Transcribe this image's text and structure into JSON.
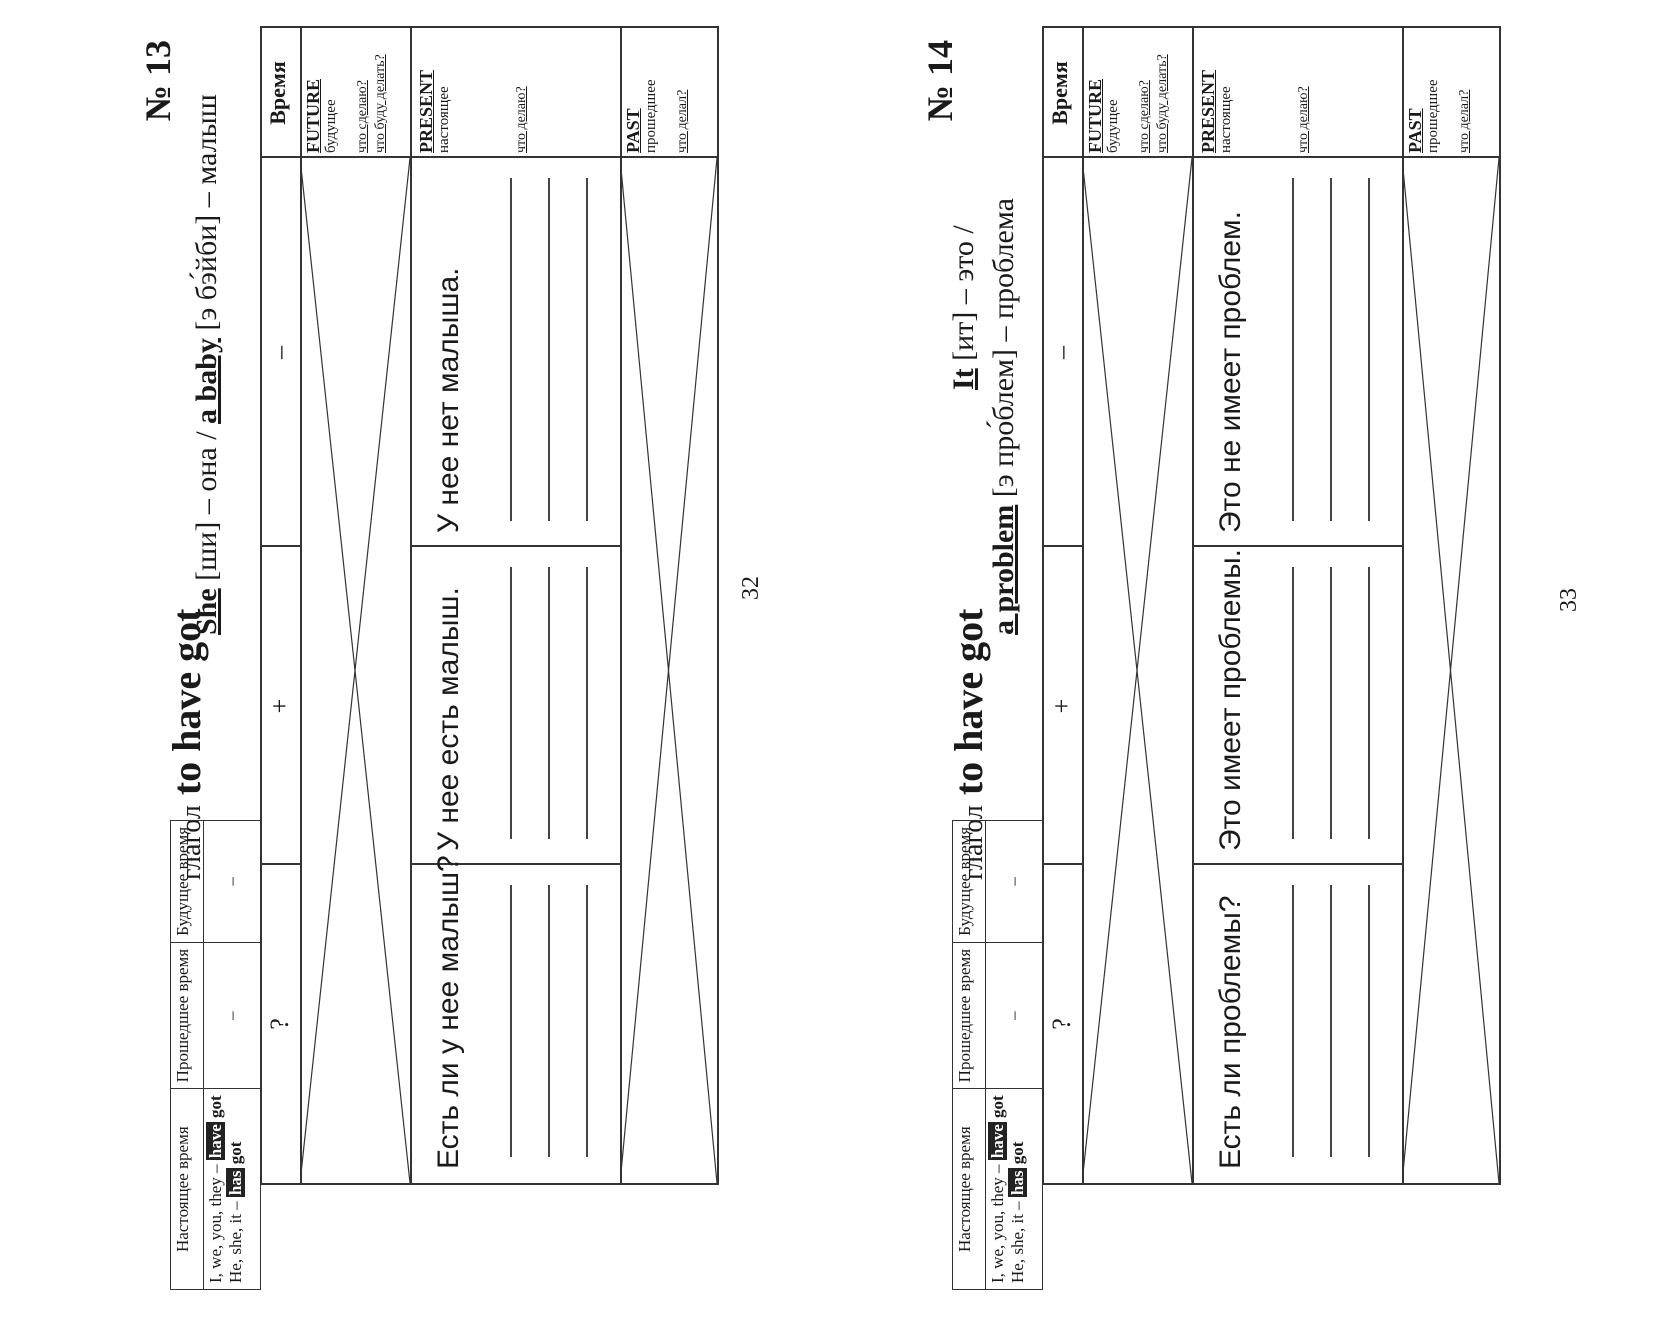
{
  "pages": [
    {
      "number": "№ 13",
      "title_prefix": "глагол",
      "title_main": "to have got",
      "conj": {
        "head_present": "Настоящее время",
        "head_past": "Прошедшее время",
        "head_future": "Будущее время",
        "row1_pre": "I, we, you, they –",
        "row1_mark": "have",
        "row1_post": "got",
        "row2_pre": "He, she, it –",
        "row2_mark": "has",
        "row2_post": "got",
        "past_value": "–",
        "future_value": "–"
      },
      "vocab": {
        "line1_word": "She",
        "line1_rest": "[ши] – она /",
        "line1_word2": "a baby",
        "line1_rest2": "[э бэ́йби] – малыш",
        "line2": ""
      },
      "grid": {
        "col_q": "?",
        "col_plus": "+",
        "col_minus": "–",
        "col_time": "Время",
        "future": {
          "name": "FUTURE",
          "ru": "будущее",
          "hint1": "что сделаю?",
          "hint2": "что буду делать?"
        },
        "present": {
          "name": "PRESENT",
          "ru": "настоящее",
          "hint1": "что делаю?"
        },
        "past": {
          "name": "PAST",
          "ru": "прошедшее",
          "hint1": "что делал?"
        },
        "q_text": "Есть ли у нее малыш?",
        "plus_text": "У нее есть малыш.",
        "minus_text": "У нее нет малыша."
      },
      "page_number": "32"
    },
    {
      "number": "№ 14",
      "title_prefix": "глагол",
      "title_main": "to have got",
      "conj": {
        "head_present": "Настоящее время",
        "head_past": "Прошедшее время",
        "head_future": "Будущее время",
        "row1_pre": "I, we, you, they –",
        "row1_mark": "have",
        "row1_post": "got",
        "row2_pre": "He, she, it –",
        "row2_mark": "has",
        "row2_post": "got",
        "past_value": "–",
        "future_value": "–"
      },
      "vocab": {
        "line1_word": "It",
        "line1_rest": "[ит] – это /",
        "line1_word2": "",
        "line1_rest2": "",
        "line2_word": "a problem",
        "line2_rest": "[э про́блем] – проблема"
      },
      "grid": {
        "col_q": "?",
        "col_plus": "+",
        "col_minus": "–",
        "col_time": "Время",
        "future": {
          "name": "FUTURE",
          "ru": "будущее",
          "hint1": "что сделаю?",
          "hint2": "что буду делать?"
        },
        "present": {
          "name": "PRESENT",
          "ru": "настоящее",
          "hint1": "что делаю?"
        },
        "past": {
          "name": "PAST",
          "ru": "прошедшее",
          "hint1": "что делал?"
        },
        "q_text": "Есть ли проблемы?",
        "plus_text": "Это имеет проблемы.",
        "minus_text": "Это не имеет проблем."
      },
      "page_number": "33"
    }
  ]
}
